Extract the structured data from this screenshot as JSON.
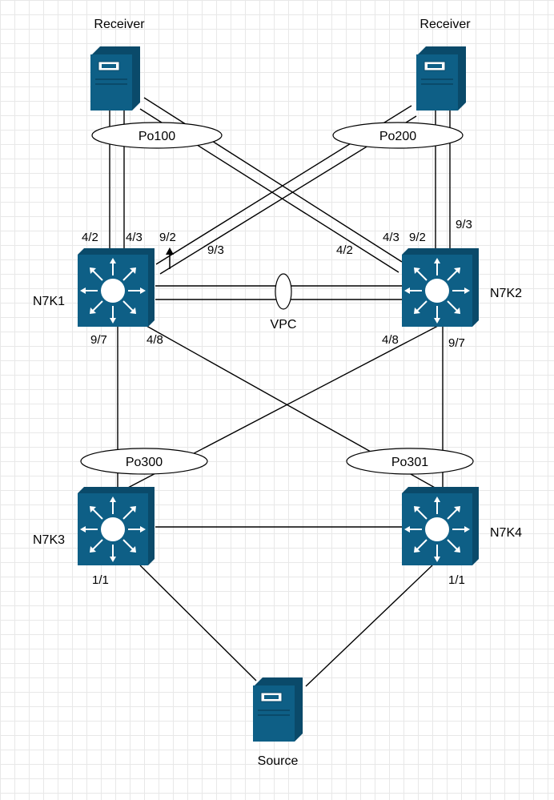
{
  "nodes": {
    "receiver_left": {
      "label": "Receiver",
      "kind": "server"
    },
    "receiver_right": {
      "label": "Receiver",
      "kind": "server"
    },
    "n7k1": {
      "label": "N7K1",
      "kind": "switch"
    },
    "n7k2": {
      "label": "N7K2",
      "kind": "switch"
    },
    "n7k3": {
      "label": "N7K3",
      "kind": "switch"
    },
    "n7k4": {
      "label": "N7K4",
      "kind": "switch"
    },
    "source": {
      "label": "Source",
      "kind": "server"
    }
  },
  "bundles": {
    "po100": "Po100",
    "po200": "Po200",
    "po300": "Po300",
    "po301": "Po301",
    "vpc": "VPC"
  },
  "ports": {
    "n7k1_4_2": "4/2",
    "n7k1_4_3": "4/3",
    "n7k1_9_2": "9/2",
    "n7k1_9_3": "9/3",
    "n7k2_4_2": "4/2",
    "n7k2_4_3": "4/3",
    "n7k2_9_2": "9/2",
    "n7k2_9_3": "9/3",
    "n7k1_9_7": "9/7",
    "n7k1_4_8": "4/8",
    "n7k2_4_8": "4/8",
    "n7k2_9_7": "9/7",
    "n7k3_1_1": "1/1",
    "n7k4_1_1": "1/1"
  },
  "colors": {
    "device_fill": "#0e5f86",
    "device_dark": "#0a4a6a",
    "grid": "#e8e8e8"
  }
}
